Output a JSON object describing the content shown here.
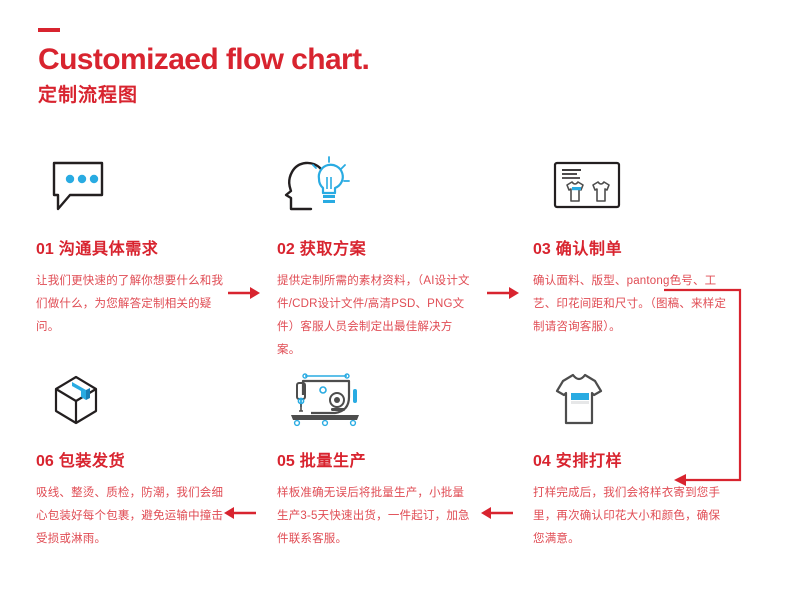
{
  "header": {
    "dash": "-",
    "title_en": "Customizaed flow chart.",
    "title_cn": "定制流程图"
  },
  "colors": {
    "red": "#d8242f",
    "body_red": "#e04c54",
    "blue": "#29abe2",
    "dark": "#231f20",
    "background": "#ffffff"
  },
  "steps": [
    {
      "number": "01",
      "title": "沟通具体需求",
      "body": "让我们更快速的了解你想要什么和我们做什么，为您解答定制相关的疑问。",
      "icon": "speech-bubble-icon"
    },
    {
      "number": "02",
      "title": "获取方案",
      "body": "提供定制所需的素材资料，（AI设计文件/CDR设计文件/高清PSD、PNG文件）客服人员会制定出最佳解决方案。",
      "icon": "head-lightbulb-icon"
    },
    {
      "number": "03",
      "title": "确认制单",
      "body": "确认面料、版型、pantong色号、工艺、印花间距和尺寸。（图稿、来样定制请咨询客服）。",
      "icon": "order-sheet-shirts-icon"
    },
    {
      "number": "06",
      "title": "包装发货",
      "body": "吸线、整烫、质检，防潮，我们会细心包装好每个包裹，避免运输中撞击受损或淋雨。",
      "icon": "package-box-icon"
    },
    {
      "number": "05",
      "title": "批量生产",
      "body": "样板准确无误后将批量生产，小批量生产3-5天快速出货，一件起订，加急件联系客服。",
      "icon": "sewing-machine-icon"
    },
    {
      "number": "04",
      "title": "安排打样",
      "body": "打样完成后，我们会将样衣寄到您手里，再次确认印花大小和颜色，确保您满意。",
      "icon": "tshirt-sample-icon"
    }
  ],
  "connectors": [
    {
      "name": "arrow-01-to-02",
      "direction": "right"
    },
    {
      "name": "arrow-02-to-03",
      "direction": "right"
    },
    {
      "name": "connector-03-to-04",
      "direction": "down-left-hook"
    },
    {
      "name": "arrow-05-to-06",
      "direction": "left"
    },
    {
      "name": "arrow-04-to-05",
      "direction": "left"
    }
  ]
}
